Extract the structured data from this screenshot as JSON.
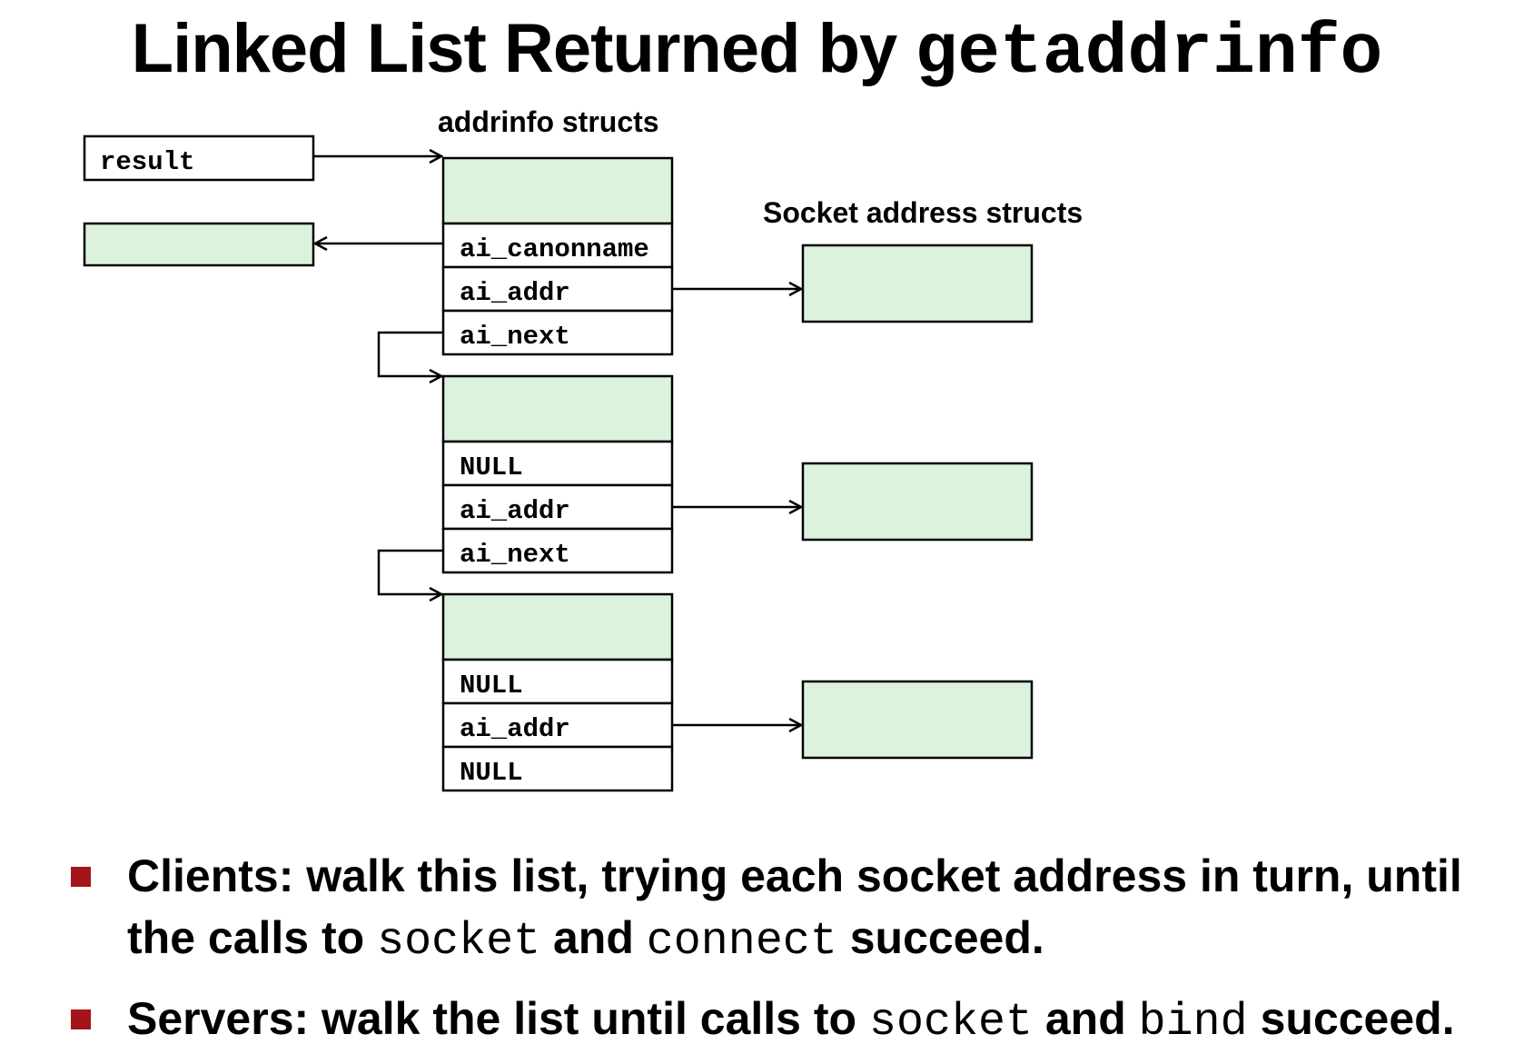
{
  "title": {
    "text": "Linked List Returned by ",
    "code": "getaddrinfo"
  },
  "diagram": {
    "addrinfo_caption": "addrinfo structs",
    "sockaddr_caption": "Socket address structs",
    "result_label": "result",
    "structs": [
      {
        "fields": [
          "ai_canonname",
          "ai_addr",
          "ai_next"
        ]
      },
      {
        "fields": [
          "NULL",
          "ai_addr",
          "ai_next"
        ]
      },
      {
        "fields": [
          "NULL",
          "ai_addr",
          "NULL"
        ]
      }
    ],
    "colors": {
      "box_fill": "#dcf2dc",
      "stroke": "#000000"
    }
  },
  "bullets": [
    {
      "prefix": "Clients: walk this list, trying each socket address in turn, until the calls to ",
      "code1": "socket",
      "mid": " and ",
      "code2": "connect",
      "suffix": " succeed."
    },
    {
      "prefix": "Servers: walk the list until calls to ",
      "code1": "socket",
      "mid": " and ",
      "code2": "bind",
      "suffix": " succeed."
    }
  ],
  "colors": {
    "bullet_marker": "#a3151a"
  }
}
